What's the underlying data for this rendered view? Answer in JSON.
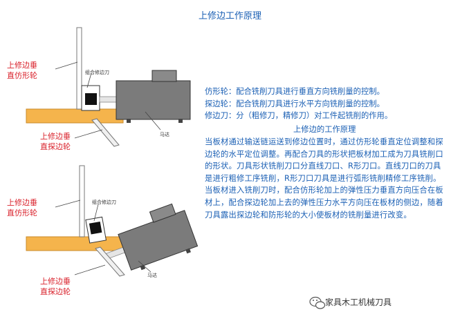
{
  "title": "上修边工作原理",
  "diagram_top": {
    "label_profile_wheel": [
      "上修边垂",
      "直仿形轮"
    ],
    "label_probe_wheel": [
      "上修边垂",
      "直探边轮"
    ],
    "label_cutter": "组合修边刀",
    "label_motor": "马达"
  },
  "diagram_bottom": {
    "label_profile_wheel": [
      "上修边垂",
      "直仿形轮"
    ],
    "label_probe_wheel": [
      "上修边垂",
      "直探边轮"
    ],
    "label_cutter": "组合修边刀",
    "label_motor": "马达"
  },
  "definitions": [
    "仿形轮：配合铣削刀具进行垂直方向铣削量的控制。",
    "探边轮：配合铣削刀具进行水平方向铣削量的控制。",
    "修边刀：分（粗修刀，精修刀）对工件起铣削的作用。"
  ],
  "subheading": "上修边的工作原理",
  "body": "当板材通过输送链运送到修边位置时，通过仿形轮垂直定位调整和探边轮的水平定位调整。再配合刀具的形状把板材加工成为刀具铣削口的形状。刀具形状铣削刀口分直线刀口、R形刀口。直线刀口的刀具是进行粗修工序铣削，R形刀口刀具是进行弧形铣削精修工序铣削。当板材进入铣削刀时，配合仿形轮加上的弹性压力垂直方向压合在板材上，配合探边轮加上去的弹性压力水平方向压在板材的侧边，随着刀具露出探边轮和防形轮的大小使板材的铣削量进行改变。",
  "footer": "家具木工机械刀具",
  "colors": {
    "title_blue": "#1a5fb4",
    "label_red": "#d9202a",
    "board": "#f5b44c",
    "motor": "#7b7b7b"
  }
}
